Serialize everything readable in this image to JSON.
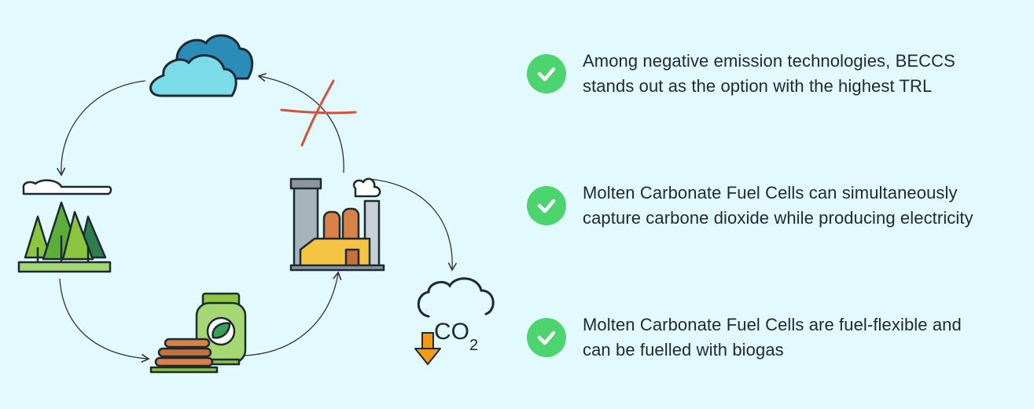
{
  "bullets": [
    {
      "line1": "Among negative emission technologies, BECCS",
      "line2": "stands out as the option with the highest TRL",
      "icon": "check-circle-icon"
    },
    {
      "line1": "Molten Carbonate Fuel Cells can simultaneously",
      "line2": "capture carbone dioxide while producing electricity",
      "icon": "check-circle-icon"
    },
    {
      "line1": "Molten Carbonate Fuel Cells are fuel-flexible and",
      "line2": "can be fuelled with biogas",
      "icon": "check-circle-icon"
    }
  ],
  "diagram": {
    "co2_label": "CO",
    "co2_subscript": "2",
    "icons": [
      "cloud-icon",
      "forest-icon",
      "biomass-biogas-icon",
      "factory-icon",
      "co2-down-icon",
      "cross-mark-icon"
    ]
  },
  "colors": {
    "background": "#e2f9fd",
    "check": "#4cd46e",
    "cross": "#d0533f",
    "arrow": "#f39c12"
  }
}
